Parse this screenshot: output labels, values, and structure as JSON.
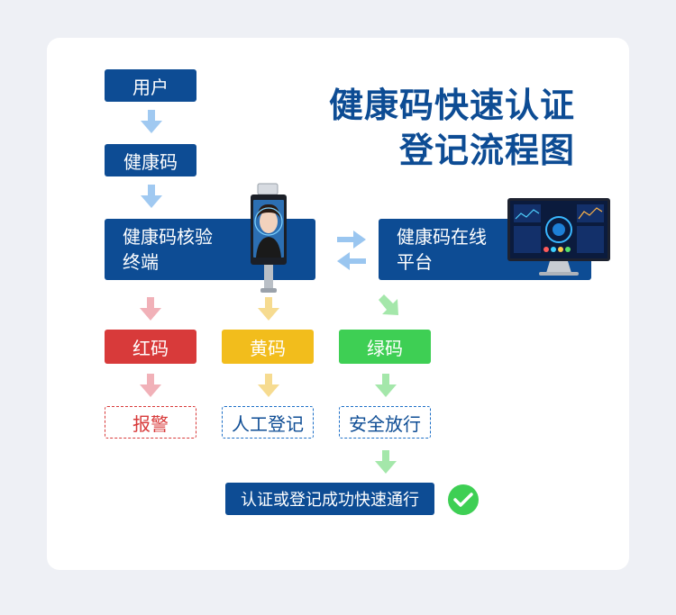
{
  "title": {
    "line1": "健康码快速认证",
    "line2": "登记流程图"
  },
  "nodes": {
    "user": "用户",
    "health_code": "健康码",
    "terminal": {
      "line1": "健康码核验",
      "line2": "终端"
    },
    "platform": {
      "line1": "健康码在线",
      "line2": "平台"
    },
    "red_code": "红码",
    "yellow_code": "黄码",
    "green_code": "绿码",
    "alarm": "报警",
    "manual_register": "人工登记",
    "safe_pass": "安全放行",
    "success": "认证或登记成功快速通行"
  },
  "colors": {
    "primary_blue": "#0d4c94",
    "red": "#d83a3a",
    "yellow": "#f2bd1c",
    "green": "#3ecf54",
    "arrow_blue": "#8fc0ee",
    "arrow_red": "#f0a8b0",
    "arrow_yellow": "#f5d98a",
    "arrow_green": "#9fe6a5"
  },
  "icons": {
    "terminal_device": "face-recognition-kiosk-icon",
    "platform_monitor": "dashboard-monitor-icon",
    "success_check": "check-circle-icon"
  }
}
